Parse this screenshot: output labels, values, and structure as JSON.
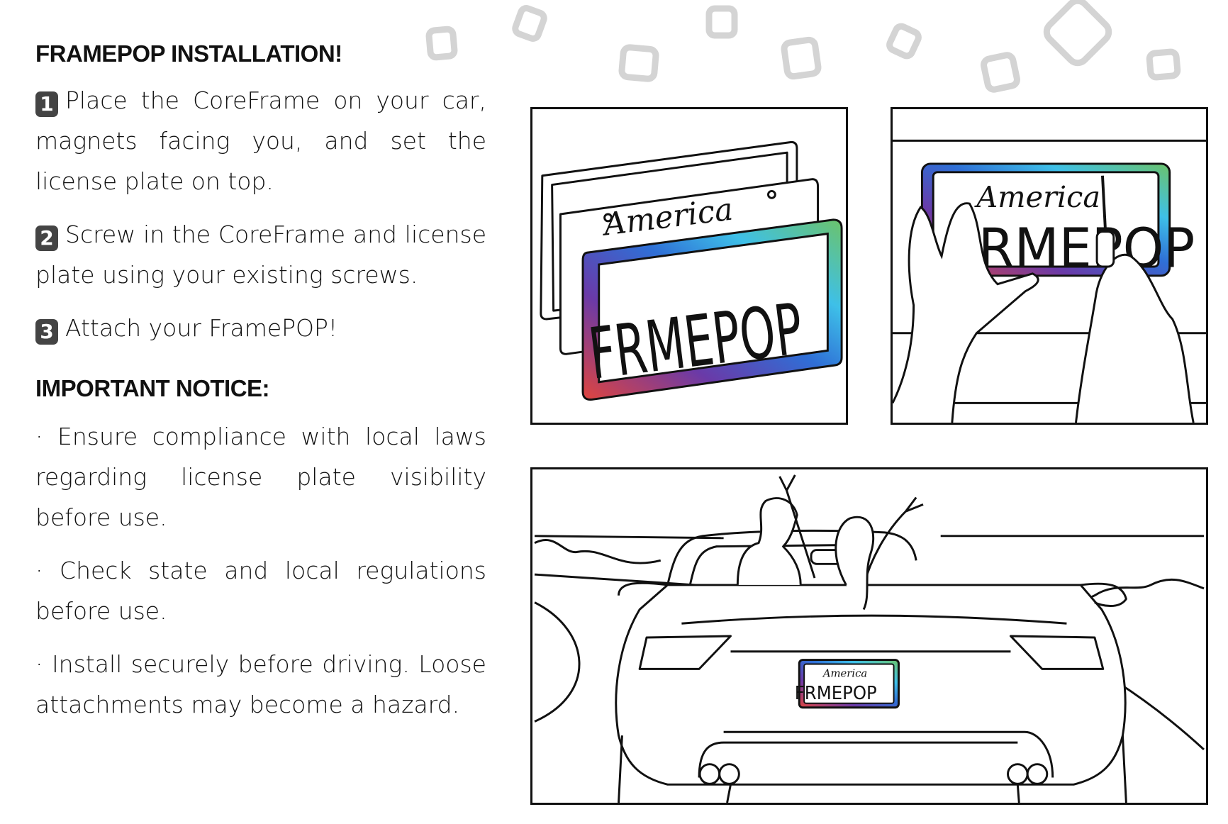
{
  "title": "FRAMEPOP INSTALLATION!",
  "steps": [
    {
      "number": "1",
      "text": "Place the CoreFrame on your car, magnets facing you, and set the license plate on top."
    },
    {
      "number": "2",
      "text": "Screw in the CoreFrame and license plate using your existing screws."
    },
    {
      "number": "3",
      "text": "Attach your FramePOP!"
    }
  ],
  "notice_title": "IMPORTANT NOTICE:",
  "notices": [
    "· Ensure compliance with local laws regarding license plate visibility before use.",
    "· Check state and local regulations before use.",
    "· Install securely before driving. Loose attachments may become a hazard."
  ],
  "plate": {
    "state": "America",
    "number": "FRMEPOP"
  },
  "colors": {
    "text": "#111111",
    "badge": "#444444",
    "deco": "#d4d4d4",
    "gradient": [
      "#e0453e",
      "#6a3aa8",
      "#2f6fd6",
      "#3ec0e8",
      "#6cc36a"
    ]
  }
}
